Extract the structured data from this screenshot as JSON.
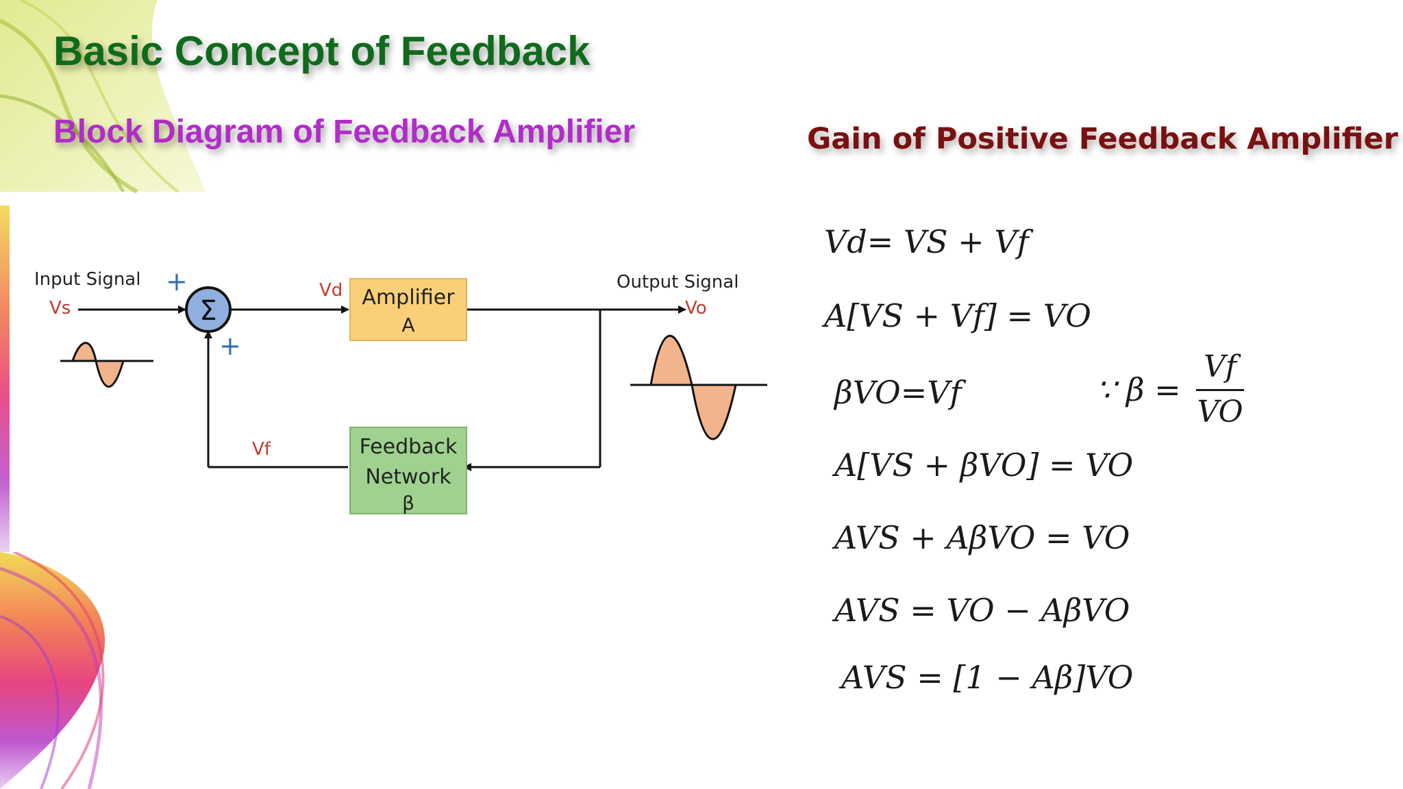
{
  "slide": {
    "title": "Basic Concept of Feedback",
    "subtitle": "Block Diagram of Feedback Amplifier",
    "gain_heading": "Gain of Positive Feedback Amplifier"
  },
  "diagram": {
    "input_label": "Input Signal",
    "input_symbol": "Vs",
    "plus_top": "+",
    "plus_bottom": "+",
    "summer_symbol": "Σ",
    "vd_label": "Vd",
    "amplifier_line1": "Amplifier",
    "amplifier_line2": "A",
    "output_label": "Output Signal",
    "output_symbol": "Vo",
    "feedback_line1": "Feedback",
    "feedback_line2": "Network",
    "feedback_line3": "β",
    "vf_label": "Vf",
    "colors": {
      "amplifier_fill": "#f9cf77",
      "feedback_fill": "#9fd28e",
      "summer_fill": "#8fb0df",
      "wave_fill": "#f2b48c",
      "plus_color": "#2f6eb5",
      "label_red": "#c0392b"
    }
  },
  "equations": {
    "eq1": "Vd= VS + Vf",
    "eq2": "A[VS + Vf] = VO",
    "eq3": "βVO=Vf",
    "eq4": "A[VS + βVO] = VO",
    "eq5": "AVS  + AβVO = VO",
    "eq6": "AVS  = VO − AβVO",
    "eq7": "AVS  = [1 − Aβ]VO",
    "beta_def_lhs": "∵ β  =",
    "beta_def_num": "Vf",
    "beta_def_den": "VO"
  }
}
